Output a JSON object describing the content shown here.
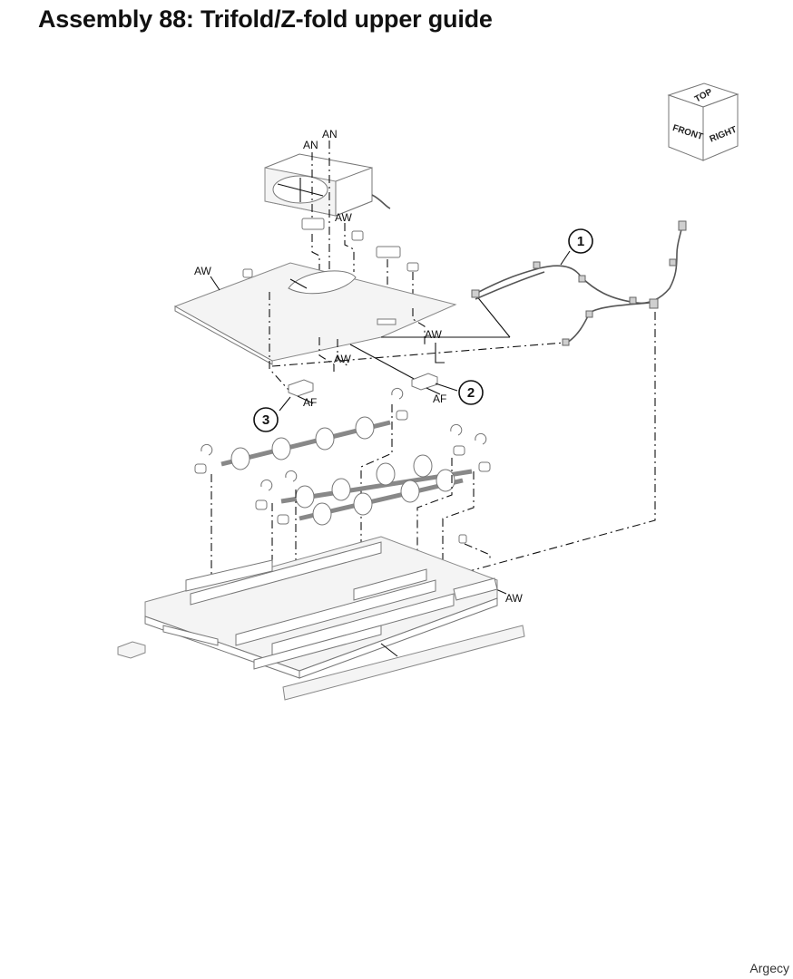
{
  "title": "Assembly 88: Trifold/Z-fold upper guide",
  "credit": "Argecy",
  "orientation_cube": {
    "top": "TOP",
    "front": "FRONT",
    "right": "RIGHT"
  },
  "callouts": {
    "c1": "1",
    "c2": "2",
    "c3": "3"
  },
  "labels": {
    "an1": "AN",
    "an2": "AN",
    "aw_fan": "AW",
    "aw_left": "AW",
    "aw_right": "AW",
    "aw_mid": "AW",
    "aw_frame": "AW",
    "af_left": "AF",
    "af_right": "AF"
  }
}
